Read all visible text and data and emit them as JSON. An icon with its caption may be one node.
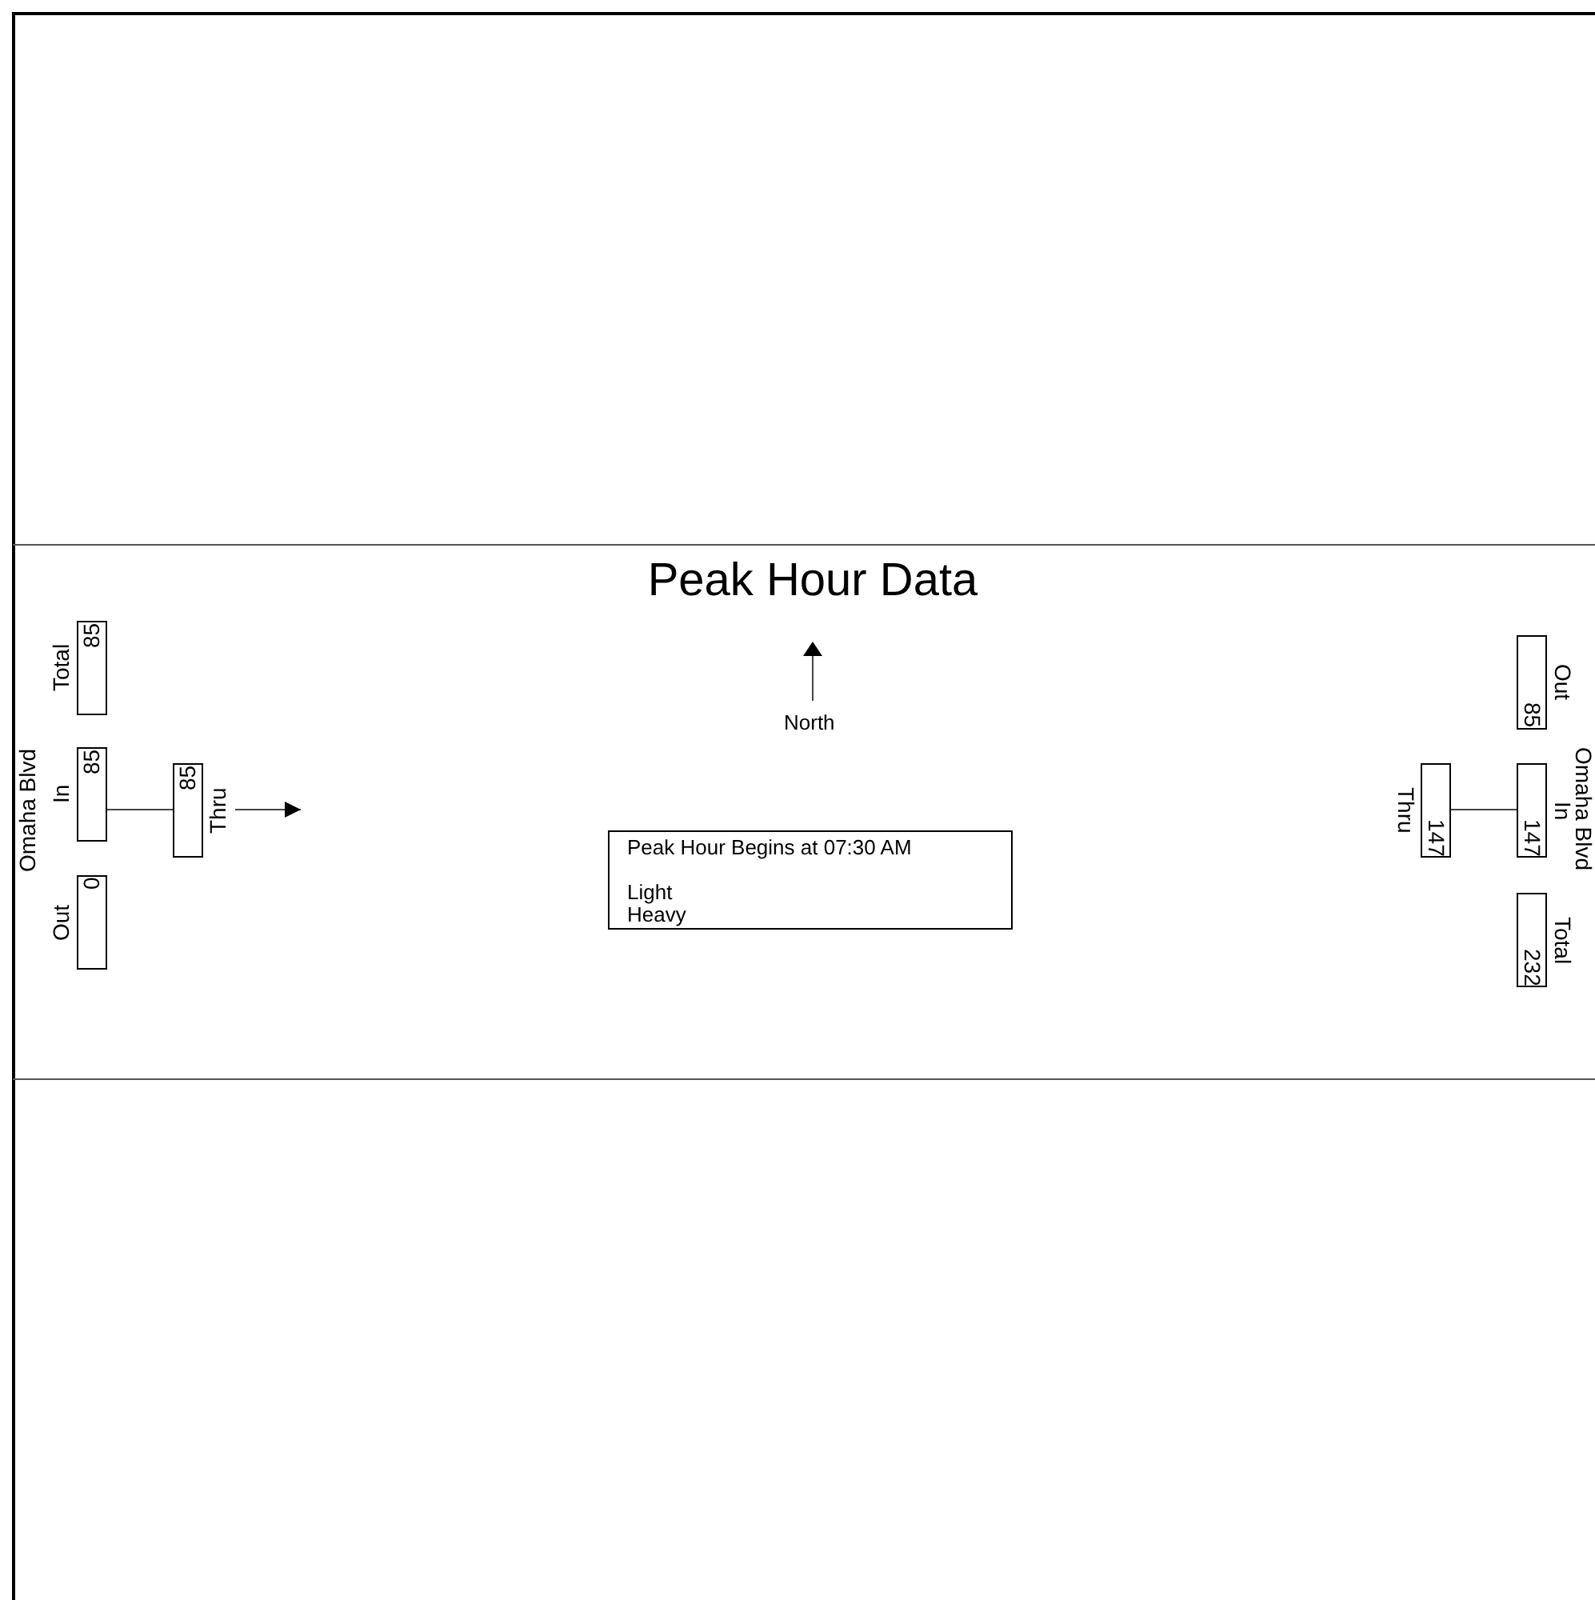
{
  "diagram": {
    "title": "Peak Hour Data",
    "nodes": [
      {
        "text": [
          "Total",
          "85"
        ]
      },
      {
        "text": [
          "In",
          "85"
        ]
      },
      {
        "text": [
          "Out",
          "0"
        ]
      },
      {
        "text": [
          "85",
          "Thru"
        ]
      },
      {
        "text": [
          "Out",
          "85"
        ]
      },
      {
        "text": [
          "In",
          "147"
        ]
      },
      {
        "text": [
          "147",
          "Thru"
        ]
      },
      {
        "text": [
          "Total",
          "232"
        ]
      },
      {
        "text": [
          "Peak Hour Begins at 07:30 AM",
          "Light",
          "Heavy"
        ]
      }
    ],
    "edges": [
      {
        "from": 1,
        "to": 3,
        "arrow": "none"
      },
      {
        "from": 3,
        "to": null,
        "arrow": "to"
      },
      {
        "from": 5,
        "to": 6,
        "arrow": "none"
      }
    ],
    "labels": [
      "North",
      "Omaha Blvd",
      "Omaha Blvd"
    ]
  }
}
